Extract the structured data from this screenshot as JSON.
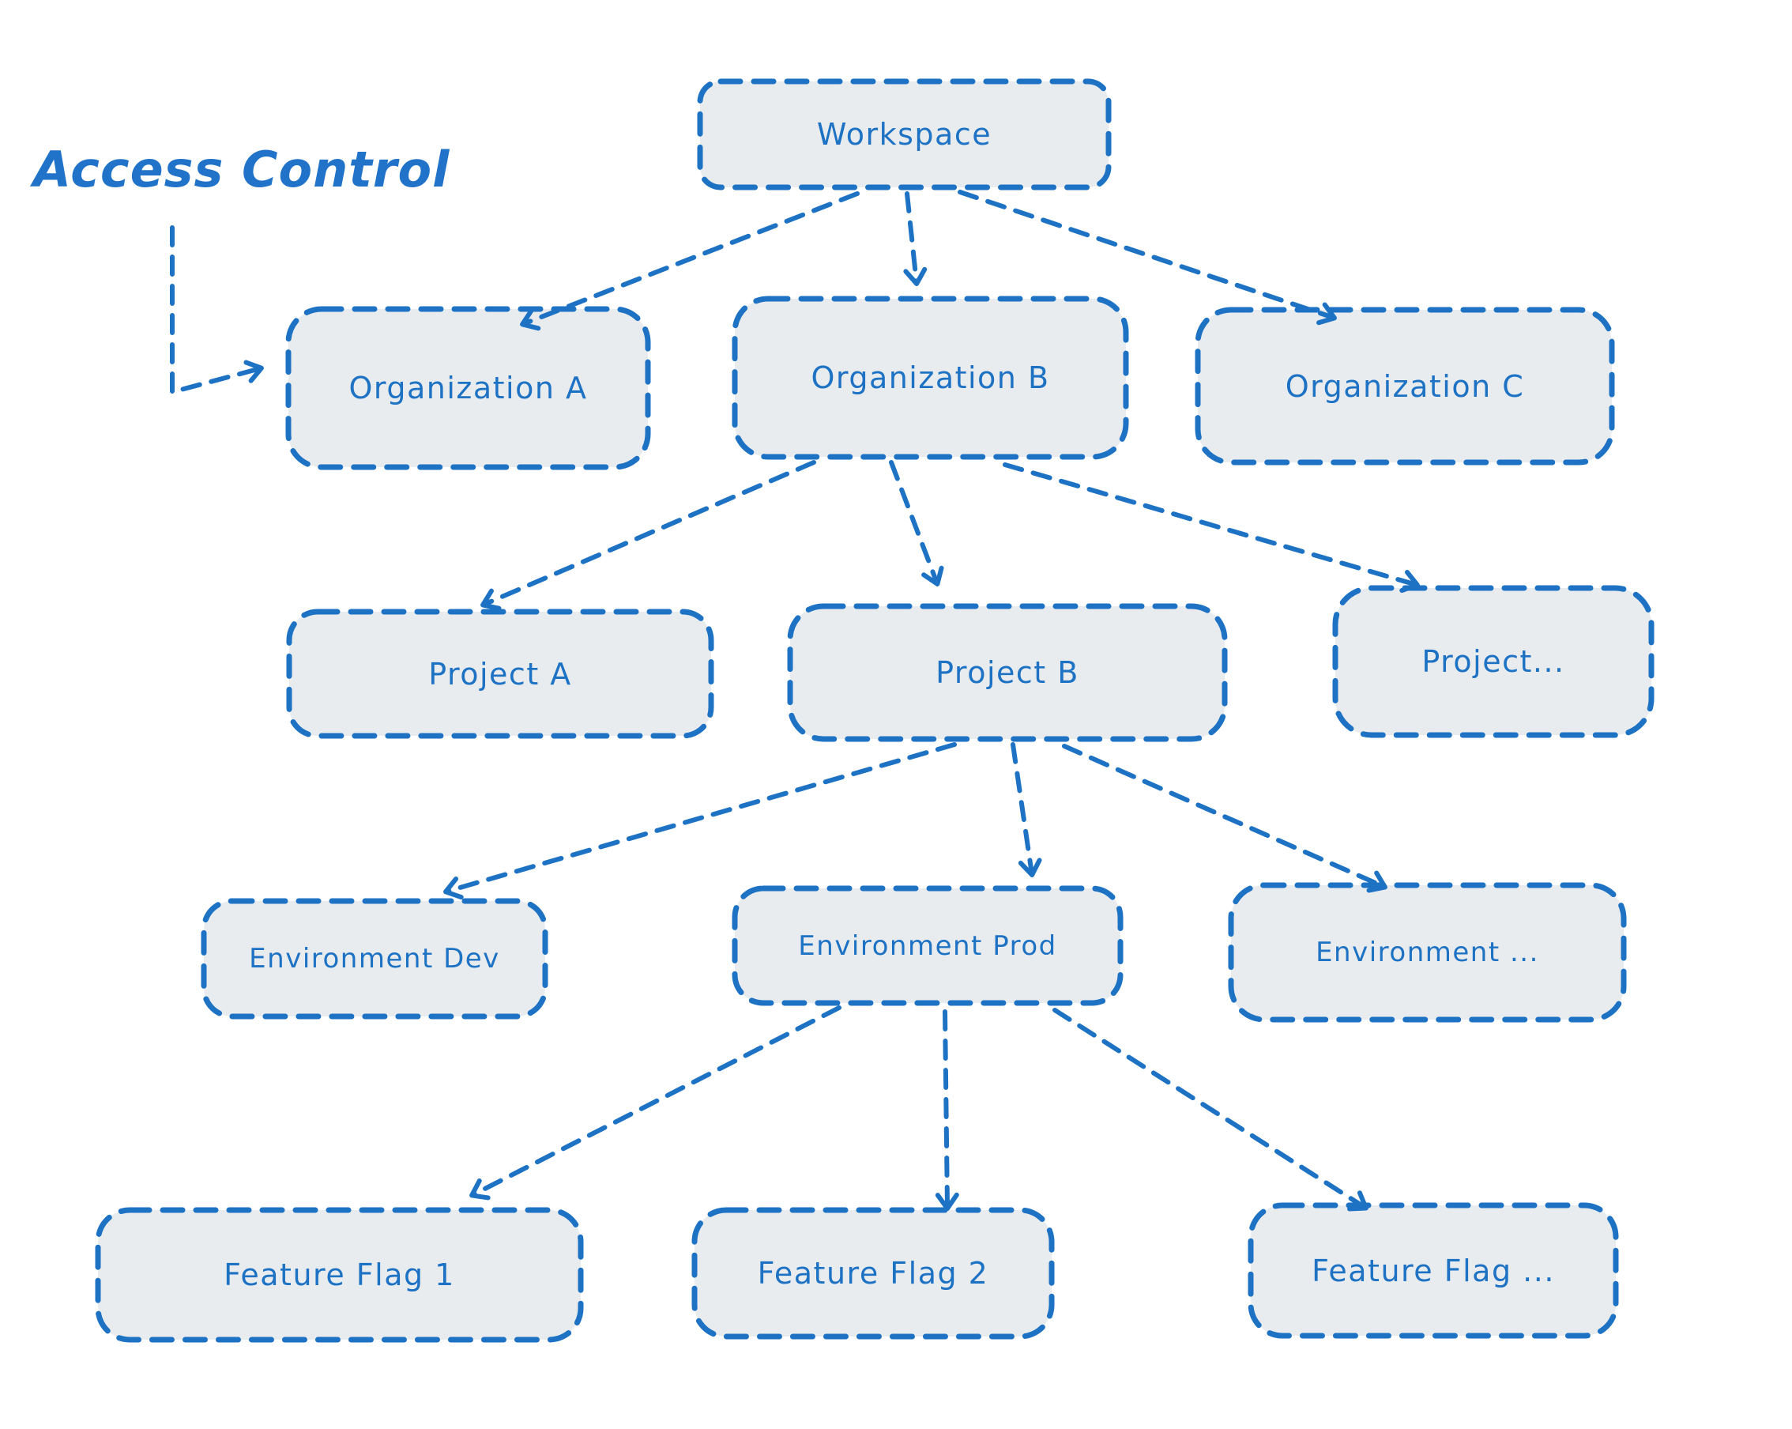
{
  "title": "Access Control",
  "colors": {
    "stroke": "#1d72c4",
    "node_fill": "#e9ecef",
    "canvas_background": "#ffffff"
  },
  "nodes": {
    "workspace": {
      "label": "Workspace"
    },
    "org_a": {
      "label": "Organization A"
    },
    "org_b": {
      "label": "Organization B"
    },
    "org_c": {
      "label": "Organization C"
    },
    "project_a": {
      "label": "Project A"
    },
    "project_b": {
      "label": "Project B"
    },
    "project_more": {
      "label": "Project..."
    },
    "env_dev": {
      "label": "Environment Dev"
    },
    "env_prod": {
      "label": "Environment Prod"
    },
    "env_more": {
      "label": "Environment ..."
    },
    "ff_1": {
      "label": "Feature Flag 1"
    },
    "ff_2": {
      "label": "Feature Flag 2"
    },
    "ff_more": {
      "label": "Feature Flag ..."
    }
  },
  "edges": [
    {
      "from": "title",
      "to": "org_a"
    },
    {
      "from": "workspace",
      "to": "org_a"
    },
    {
      "from": "workspace",
      "to": "org_b"
    },
    {
      "from": "workspace",
      "to": "org_c"
    },
    {
      "from": "org_b",
      "to": "project_a"
    },
    {
      "from": "org_b",
      "to": "project_b"
    },
    {
      "from": "org_b",
      "to": "project_more"
    },
    {
      "from": "project_b",
      "to": "env_dev"
    },
    {
      "from": "project_b",
      "to": "env_prod"
    },
    {
      "from": "project_b",
      "to": "env_more"
    },
    {
      "from": "env_prod",
      "to": "ff_1"
    },
    {
      "from": "env_prod",
      "to": "ff_2"
    },
    {
      "from": "env_prod",
      "to": "ff_more"
    }
  ]
}
